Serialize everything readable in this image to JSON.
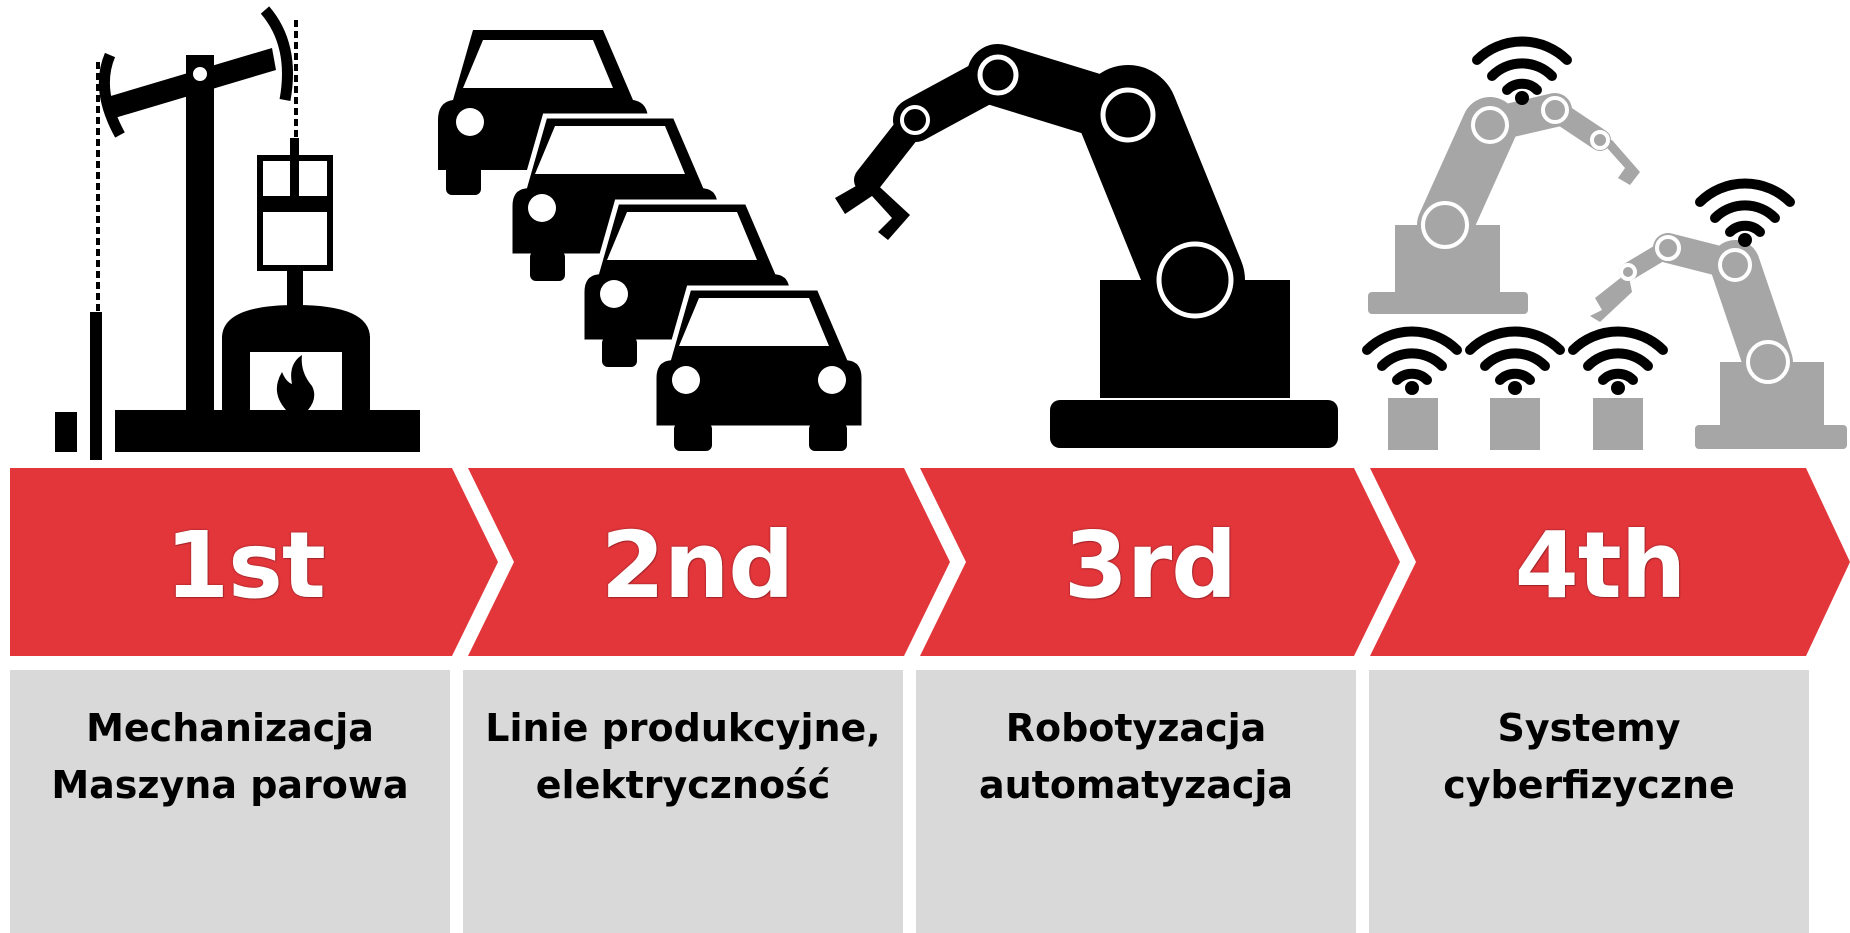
{
  "colors": {
    "arrow": "#e2363b",
    "box": "#d9d9d9",
    "icon_dark": "#000000",
    "icon_gray": "#a6a6a6"
  },
  "stages": [
    {
      "label": "1st",
      "desc_line1": "Mechanizacja",
      "desc_line2": "Maszyna parowa",
      "icon": "steam-engine-icon"
    },
    {
      "label": "2nd",
      "desc_line1": "Linie produkcyjne,",
      "desc_line2": "elektryczność",
      "icon": "assembly-line-cars-icon"
    },
    {
      "label": "3rd",
      "desc_line1": "Robotyzacja",
      "desc_line2": "automatyzacja",
      "icon": "robot-arm-icon"
    },
    {
      "label": "4th",
      "desc_line1": "Systemy",
      "desc_line2": "cyberfizyczne",
      "icon": "connected-robots-icon"
    }
  ]
}
